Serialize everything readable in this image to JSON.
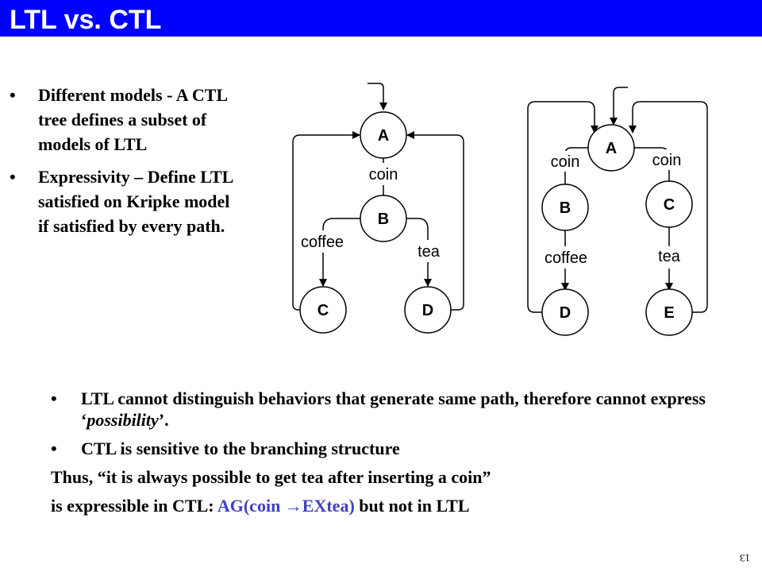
{
  "slide": {
    "title": "LTL vs. CTL",
    "page_number": "13"
  },
  "left_bullets": [
    {
      "bullet": "•",
      "text": "Different models - A CTL tree defines a subset of models of LTL"
    },
    {
      "bullet": "•",
      "text": "Expressivity – Define LTL satisfied on Kripke model if satisfied by every path."
    }
  ],
  "diagram_left": {
    "nodes": {
      "a": "A",
      "b": "B",
      "c": "C",
      "d": "D"
    },
    "edges": {
      "a_b": "coin",
      "b_c": "coffee",
      "b_d": "tea"
    }
  },
  "diagram_right": {
    "nodes": {
      "a": "A",
      "b": "B",
      "c": "C",
      "d": "D",
      "e": "E"
    },
    "edges": {
      "a_b": "coin",
      "a_c": "coin",
      "b_d": "coffee",
      "c_e": "tea"
    }
  },
  "bottom": {
    "bullet1": {
      "bullet": "•",
      "prefix": "LTL cannot distinguish behaviors that generate same path, therefore cannot express ‘",
      "italic": "possibility",
      "suffix": "’."
    },
    "bullet2": {
      "bullet": "•",
      "text": "CTL is sensitive to the branching structure"
    },
    "line3": "Thus, “it is always possible to get tea after inserting a coin”",
    "line4": {
      "prefix": "is expressible in CTL: ",
      "formula": "AG(coin →EXtea)",
      "suffix": " but not in LTL"
    }
  },
  "colors": {
    "title_bar": "#0000ff",
    "title_text": "#ffffff",
    "formula": "#4040c0"
  }
}
